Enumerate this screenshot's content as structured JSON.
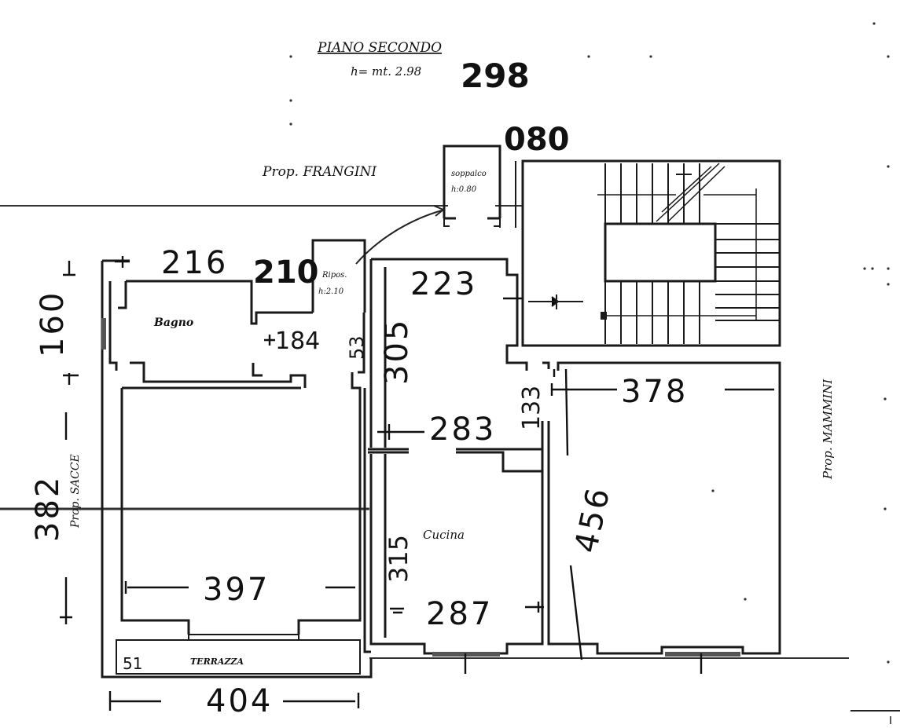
{
  "header": {
    "floor_title": "PIANO SECONDO",
    "height_note": "h= mt. 2.98",
    "sheet_number": "298",
    "code_number": "080"
  },
  "neighbors": {
    "north": "Prop. FRANGINI",
    "east": "Prop. MAMMINI",
    "west": "Prop. SACCE"
  },
  "rooms": {
    "bagno": "Bagno",
    "cucina": "Cucina",
    "terrazza": "TERRAZZA",
    "ripostiglio_name": "Ripos.",
    "ripostiglio_height": "h:2.10",
    "soppalco_name": "soppalco",
    "soppalco_height": "h:0.80"
  },
  "dimensions": {
    "d216": "216",
    "d210": "210",
    "d160": "160",
    "d184": "184",
    "d53": "53",
    "d305": "305",
    "d223": "223",
    "d378": "378",
    "d133": "133",
    "d283": "283",
    "d382": "382",
    "d397": "397",
    "d315": "315",
    "d287": "287",
    "d456": "456",
    "d404": "404",
    "d51": "51"
  }
}
